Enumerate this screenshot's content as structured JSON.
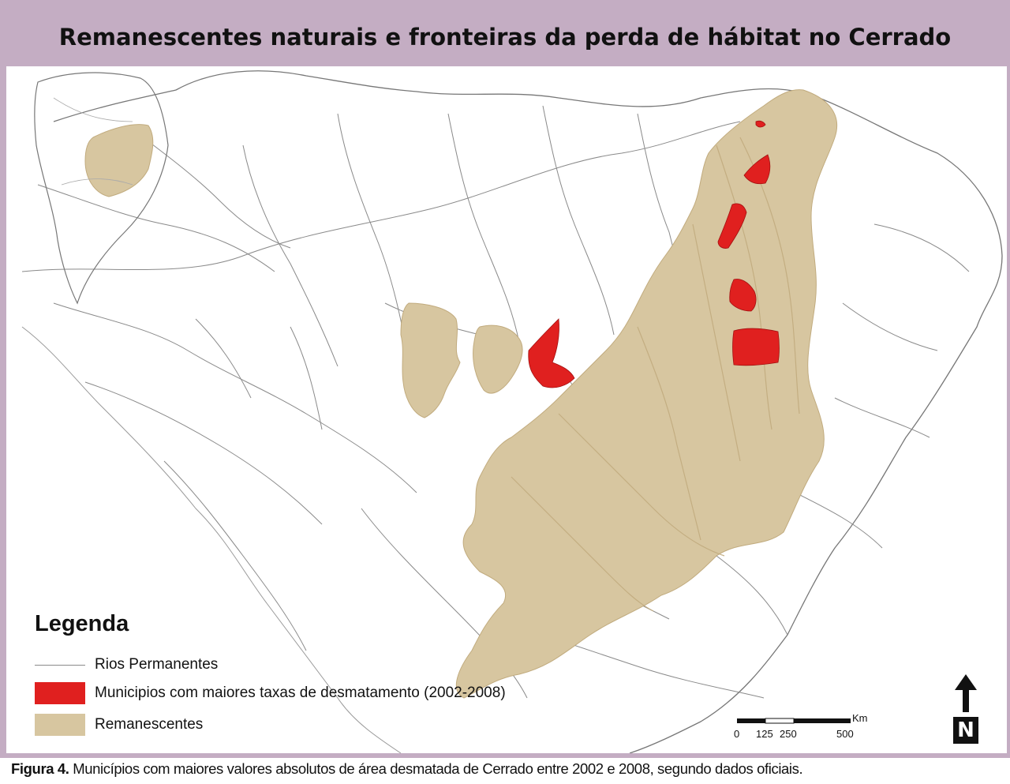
{
  "title": "Remanescentes naturais e fronteiras da perda de hábitat no Cerrado",
  "legend": {
    "title": "Legenda",
    "items": [
      {
        "label": "Rios Permanentes",
        "symbol": "line",
        "color": "#8a8a8a"
      },
      {
        "label": "Municipios com maiores taxas de desmatamento (2002-2008)",
        "symbol": "box",
        "color": "#e0201f"
      },
      {
        "label": "Remanescentes",
        "symbol": "box",
        "color": "#d7c6a0"
      }
    ]
  },
  "scale_bar": {
    "unit": "Km",
    "ticks": [
      "0",
      "125",
      "250",
      "500"
    ]
  },
  "north_arrow": {
    "label": "N"
  },
  "caption": {
    "label": "Figura 4.",
    "text": " Municípios com maiores valores absolutos de área desmatada de Cerrado entre 2002 e 2008, segundo dados oficiais."
  },
  "colors": {
    "frame": "#c4adc3",
    "remnant": "#d7c6a0",
    "remnant_dark": "#c1ab7e",
    "deforestation": "#e0201f",
    "rivers": "#8a8a8a"
  },
  "icons": [
    "north-arrow-icon",
    "scale-bar-icon"
  ]
}
